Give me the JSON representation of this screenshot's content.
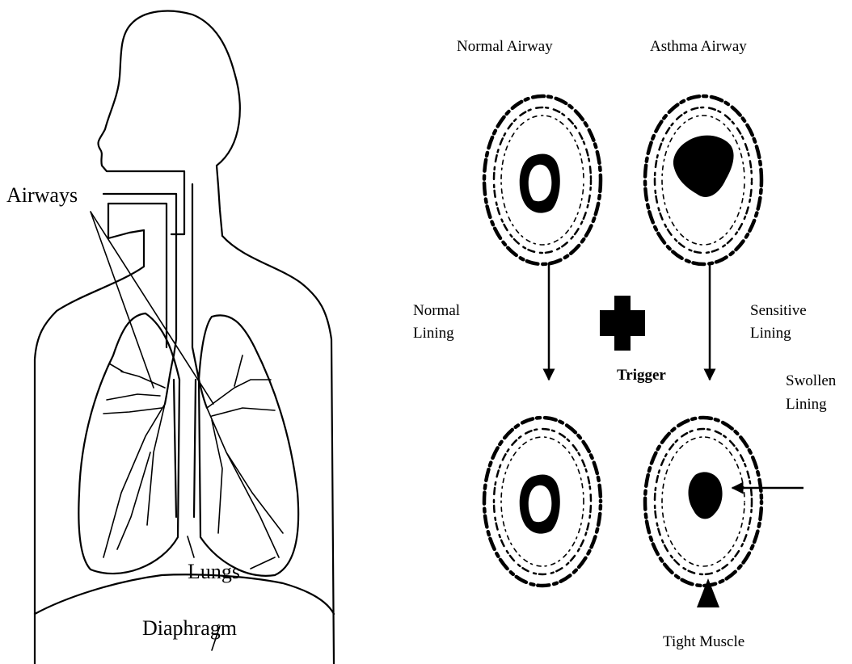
{
  "anatomy": {
    "airways_label": "Airways",
    "lungs_label": "Lungs",
    "diaphragm_label": "Diaphragm"
  },
  "airway_comparison": {
    "normal_airway_title": "Normal Airway",
    "asthma_airway_title": "Asthma Airway",
    "normal_lining_line1": "Normal",
    "normal_lining_line2": "Lining",
    "sensitive_lining_line1": "Sensitive",
    "sensitive_lining_line2": "Lining",
    "trigger_label": "Trigger",
    "swollen_lining_line1": "Swollen",
    "swollen_lining_line2": "Lining",
    "tight_muscle_label": "Tight Muscle"
  }
}
